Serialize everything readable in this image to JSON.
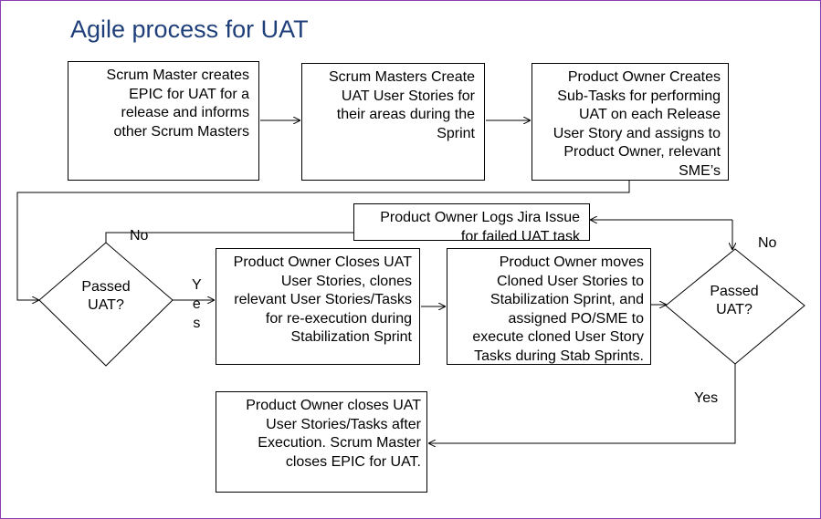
{
  "title": "Agile process for UAT",
  "boxes": {
    "sm_creates_epic": "Scrum Master creates\nEPIC for UAT for a\nrelease and informs\nother Scrum Masters",
    "sm_create_stories": "Scrum Masters Create\nUAT User Stories for\ntheir areas during the\nSprint",
    "po_creates_subtasks": "Product Owner Creates\nSub-Tasks for performing\nUAT on each Release\nUser Story and assigns to\nProduct Owner, relevant\nSME’s",
    "po_logs_jira": "Product Owner Logs Jira Issue\nfor failed UAT task",
    "po_closes_stories": "Product Owner Closes UAT\nUser Stories, clones\nrelevant User Stories/Tasks\nfor re-execution during\nStabilization Sprint",
    "po_moves_cloned": "Product Owner moves\nCloned User Stories to\nStabilization Sprint, and\nassigned PO/SME to\nexecute cloned User Story\nTasks during Stab Sprints.",
    "po_closes_after_exec": "Product Owner closes UAT\nUser Stories/Tasks after\nExecution. Scrum Master\ncloses EPIC for UAT."
  },
  "decisions": {
    "passed_uat_1": "Passed\nUAT?",
    "passed_uat_2": "Passed\nUAT?"
  },
  "edge_labels": {
    "no_1": "No",
    "yes_1": "Y\ne\ns",
    "no_2": "No",
    "yes_2": "Yes"
  },
  "colors": {
    "title": "#1f3f7a",
    "frame_border": "#8a3fb0",
    "lines": "#000000"
  }
}
